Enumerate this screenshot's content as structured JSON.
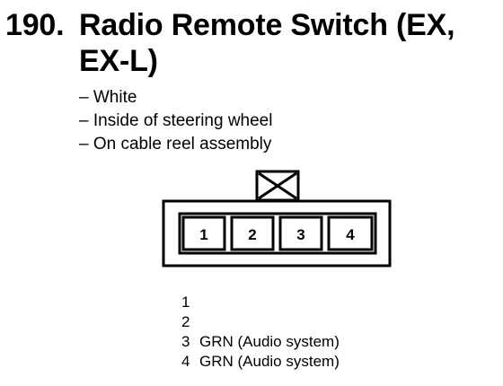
{
  "heading": {
    "number": "190.",
    "title_line1": "Radio Remote Switch (EX,",
    "title_line2": "EX-L)"
  },
  "details": [
    "– White",
    "– Inside of steering wheel",
    "– On cable reel assembly"
  ],
  "connector": {
    "pins": [
      "1",
      "2",
      "3",
      "4"
    ]
  },
  "wiring": [
    {
      "pin": "1",
      "desc": ""
    },
    {
      "pin": "2",
      "desc": ""
    },
    {
      "pin": "3",
      "desc": "GRN (Audio system)"
    },
    {
      "pin": "4",
      "desc": "GRN (Audio system)"
    }
  ]
}
